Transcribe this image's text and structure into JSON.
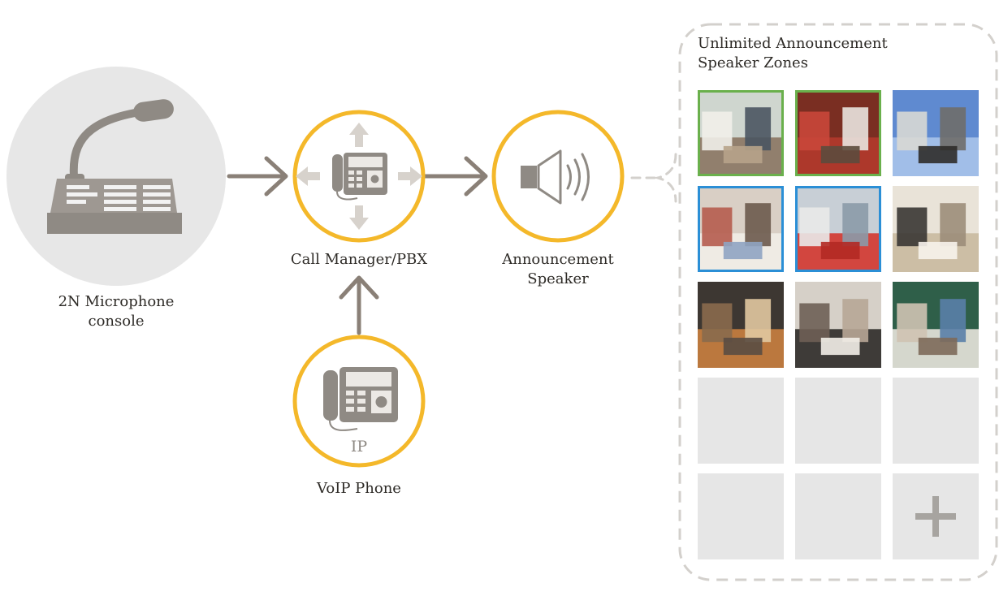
{
  "nodes": {
    "microphone_console": {
      "label": "2N Microphone\nconsole"
    },
    "call_manager": {
      "label": "Call Manager/PBX"
    },
    "announcement_speaker": {
      "label": "Announcement\nSpeaker"
    },
    "voip_phone": {
      "label": "VoIP Phone",
      "badge": "IP"
    }
  },
  "zones": {
    "title": "Unlimited Announcement\nSpeaker Zones",
    "rows": 5,
    "cols": 3,
    "tiles": [
      {
        "kind": "photo",
        "scene": "classroom-workshop",
        "border": "#6ab04c"
      },
      {
        "kind": "photo",
        "scene": "running-track",
        "border": "#6ab04c"
      },
      {
        "kind": "photo",
        "scene": "school-building",
        "border": "none"
      },
      {
        "kind": "photo",
        "scene": "classroom-raised-hands",
        "border": "#2b8fd6"
      },
      {
        "kind": "photo",
        "scene": "cafeteria",
        "border": "#2b8fd6"
      },
      {
        "kind": "photo",
        "scene": "library-desk",
        "border": "none"
      },
      {
        "kind": "photo",
        "scene": "gymnasium",
        "border": "none"
      },
      {
        "kind": "photo",
        "scene": "students-hallway",
        "border": "none"
      },
      {
        "kind": "photo",
        "scene": "students-at-desks",
        "border": "none"
      },
      {
        "kind": "empty"
      },
      {
        "kind": "empty"
      },
      {
        "kind": "empty"
      },
      {
        "kind": "empty"
      },
      {
        "kind": "empty"
      },
      {
        "kind": "add",
        "icon": "plus-icon"
      }
    ]
  },
  "colors": {
    "node_ring": "#f4b82a",
    "icon_gray": "#8f8a84",
    "console_bg": "#e7e7e7",
    "arrow": "#8a8077",
    "dashed_border": "#d3d0cc",
    "empty_tile": "#e6e6e6"
  }
}
